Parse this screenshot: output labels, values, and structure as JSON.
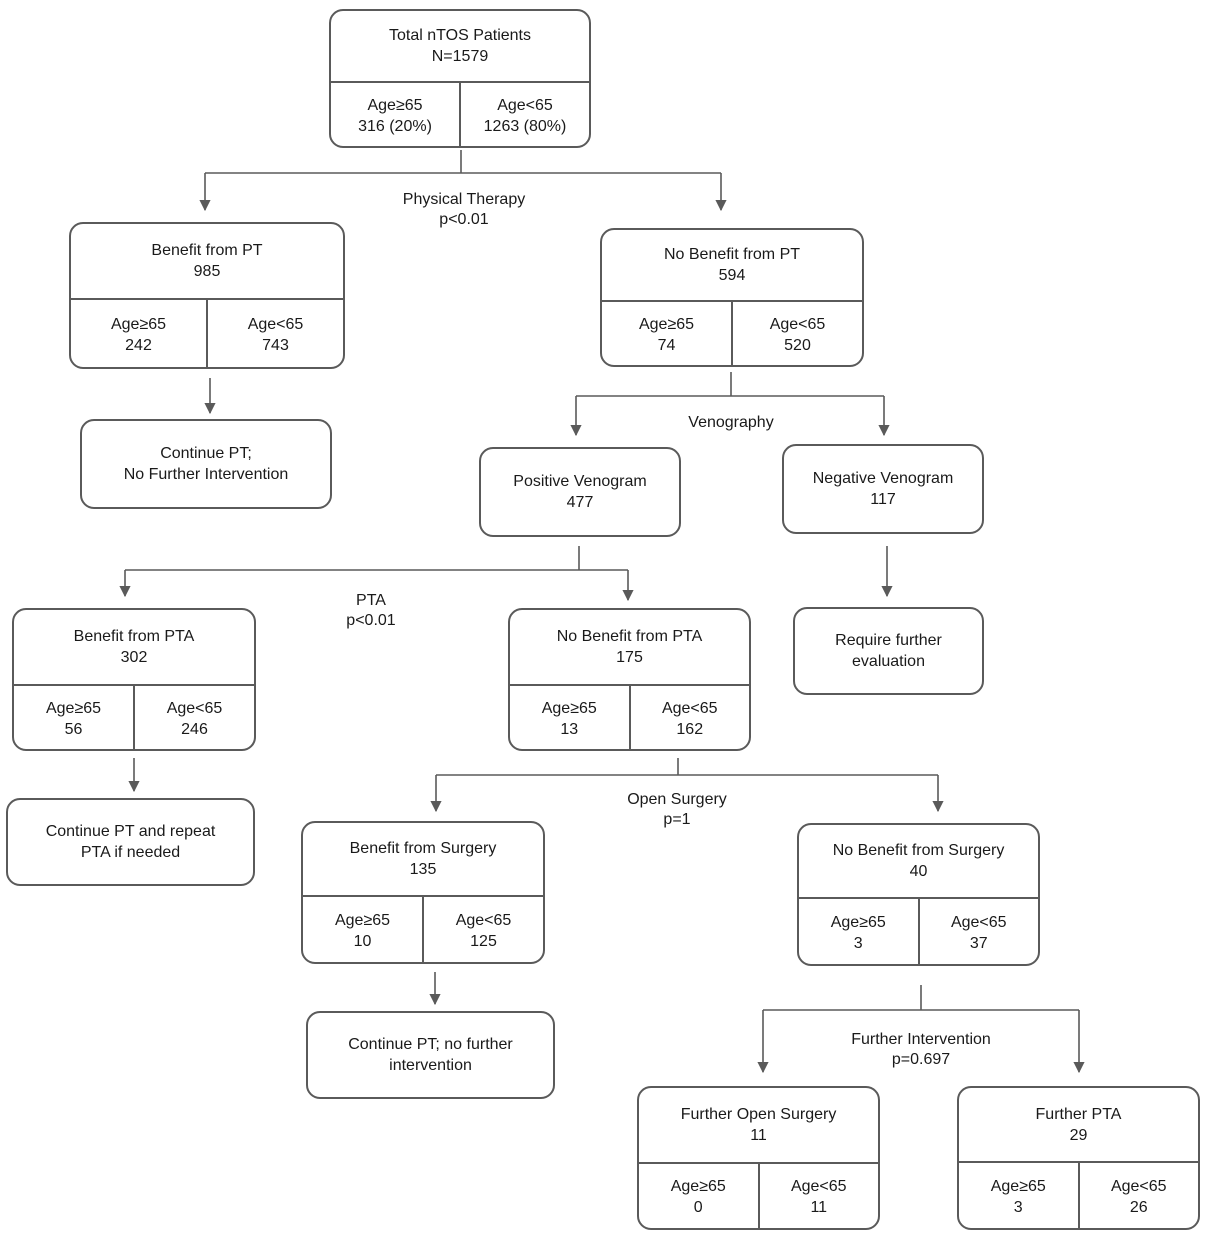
{
  "root": {
    "title": "Total nTOS Patients",
    "n": "N=1579",
    "left_label": "Age≥65",
    "left_value": "316 (20%)",
    "right_label": "Age<65",
    "right_value": "1263 (80%)"
  },
  "pt_label": {
    "line1": "Physical Therapy",
    "line2": "p<0.01"
  },
  "benefit_pt": {
    "title": "Benefit from PT",
    "n": "985",
    "left_label": "Age≥65",
    "left_value": "242",
    "right_label": "Age<65",
    "right_value": "743"
  },
  "continue_pt": {
    "line1": "Continue PT;",
    "line2": "No Further Intervention"
  },
  "no_benefit_pt": {
    "title": "No Benefit from PT",
    "n": "594",
    "left_label": "Age≥65",
    "left_value": "74",
    "right_label": "Age<65",
    "right_value": "520"
  },
  "venography_label": {
    "line1": "Venography"
  },
  "positive_venogram": {
    "line1": "Positive Venogram",
    "line2": "477"
  },
  "negative_venogram": {
    "line1": "Negative Venogram",
    "line2": "117"
  },
  "require_eval": {
    "line1": "Require further",
    "line2": "evaluation"
  },
  "pta_label": {
    "line1": "PTA",
    "line2": "p<0.01"
  },
  "benefit_pta": {
    "title": "Benefit from PTA",
    "n": "302",
    "left_label": "Age≥65",
    "left_value": "56",
    "right_label": "Age<65",
    "right_value": "246"
  },
  "continue_pta": {
    "line1": "Continue PT and repeat",
    "line2": "PTA if needed"
  },
  "no_benefit_pta": {
    "title": "No Benefit from PTA",
    "n": "175",
    "left_label": "Age≥65",
    "left_value": "13",
    "right_label": "Age<65",
    "right_value": "162"
  },
  "surgery_label": {
    "line1": "Open Surgery",
    "line2": "p=1"
  },
  "benefit_surgery": {
    "title": "Benefit from Surgery",
    "n": "135",
    "left_label": "Age≥65",
    "left_value": "10",
    "right_label": "Age<65",
    "right_value": "125"
  },
  "continue_surgery": {
    "line1": "Continue PT; no further",
    "line2": "intervention"
  },
  "no_benefit_surgery": {
    "title": "No Benefit from Surgery",
    "n": "40",
    "left_label": "Age≥65",
    "left_value": "3",
    "right_label": "Age<65",
    "right_value": "37"
  },
  "further_label": {
    "line1": "Further Intervention",
    "line2": "p=0.697"
  },
  "further_open_surgery": {
    "title": "Further Open Surgery",
    "n": "11",
    "left_label": "Age≥65",
    "left_value": "0",
    "right_label": "Age<65",
    "right_value": "11"
  },
  "further_pta": {
    "title": "Further PTA",
    "n": "29",
    "left_label": "Age≥65",
    "left_value": "3",
    "right_label": "Age<65",
    "right_value": "26"
  }
}
